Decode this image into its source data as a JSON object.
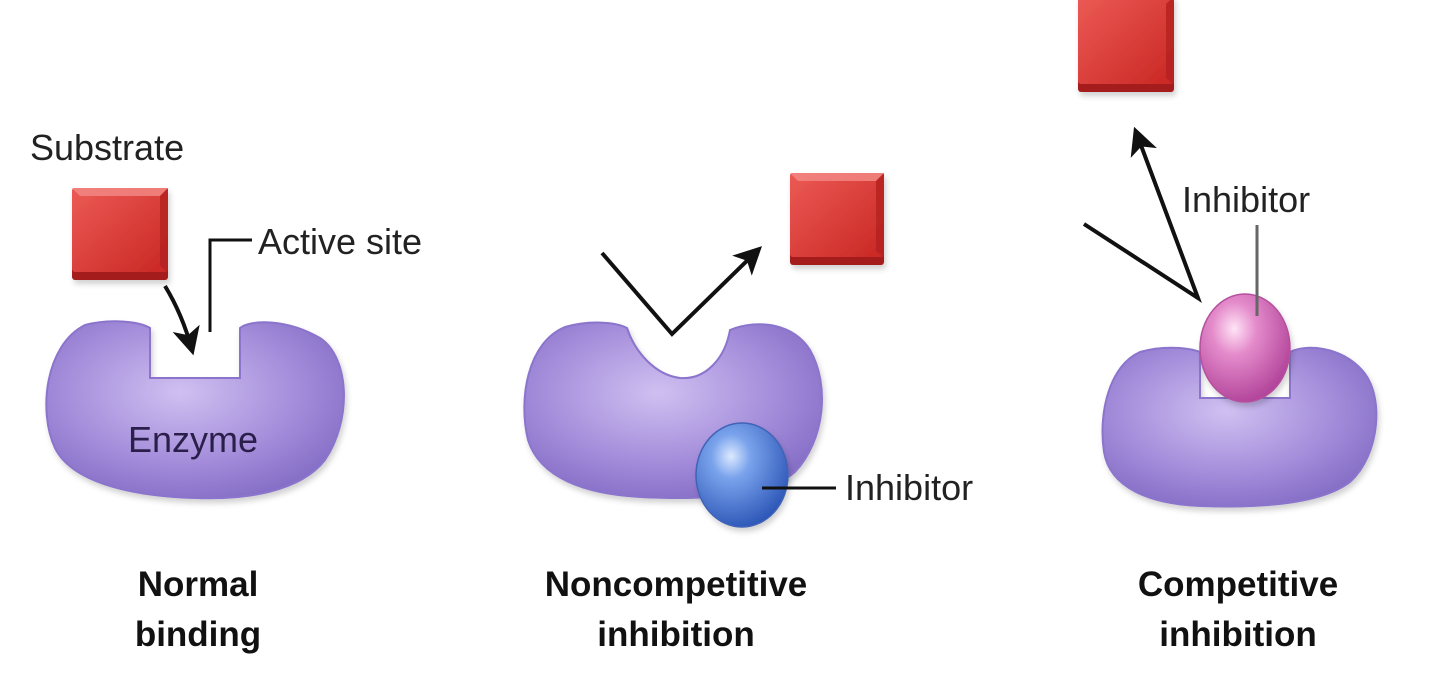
{
  "panels": [
    {
      "caption_line1": "Normal",
      "caption_line2": "binding",
      "substrate_label": "Substrate",
      "active_site_label": "Active site",
      "enzyme_label": "Enzyme"
    },
    {
      "caption_line1": "Noncompetitive",
      "caption_line2": "inhibition",
      "inhibitor_label": "Inhibitor"
    },
    {
      "caption_line1": "Competitive",
      "caption_line2": "inhibition",
      "inhibitor_label": "Inhibitor"
    }
  ],
  "colors": {
    "enzyme": "#9c84d6",
    "substrate": "#d9302c",
    "noncompetitive_inhibitor": "#4a78d0",
    "competitive_inhibitor": "#d55fb4",
    "arrow": "#111111"
  }
}
